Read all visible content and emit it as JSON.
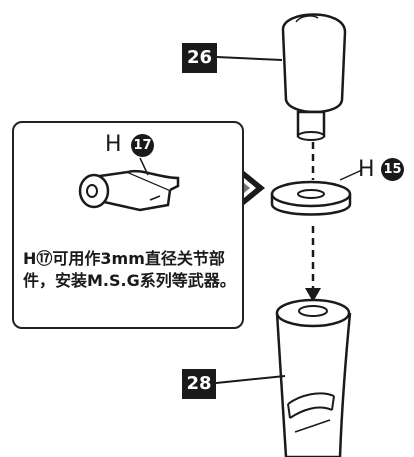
{
  "parts": {
    "knob_number": "26",
    "shaft_number": "28"
  },
  "callouts": {
    "washer_letter": "H",
    "washer_number": "15"
  },
  "note": {
    "letter": "H",
    "number": "17",
    "text": "H⑰可用作3mm直径关节部件，安装M.S.G系列等武器。"
  },
  "icons": {
    "knob": "cap-knob-part",
    "washer": "washer-ring-part",
    "shaft": "cylindrical-shaft-part",
    "joint": "joint-adapter-part",
    "assembly_arrow": "dashed-assembly-arrow",
    "link_marker": "diamond-link-marker"
  },
  "colors": {
    "ink": "#1a1a1a",
    "background": "#ffffff"
  }
}
